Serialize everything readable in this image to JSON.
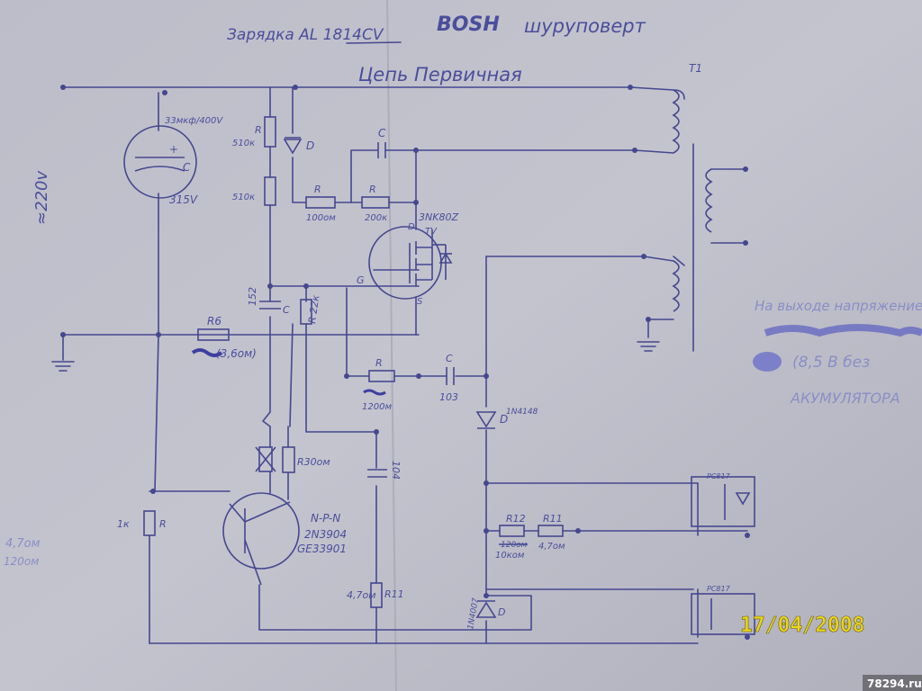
{
  "header": {
    "title_left": "Зарядка AL 1814CV",
    "title_brand": "BOSH",
    "title_right": "шуруповерт",
    "subtitle": "Цепь Первичная"
  },
  "mains": {
    "label": "≈220v"
  },
  "cap_main": {
    "top": "33мкф/400V",
    "letter": "C",
    "bottom": "315V"
  },
  "resistors": {
    "r_top": {
      "letter": "R",
      "value": "510к"
    },
    "r_mid": {
      "value": "510к"
    },
    "r_100": {
      "letter": "R",
      "value": "100ом"
    },
    "r_200": {
      "letter": "R",
      "value": "200к"
    },
    "r6": {
      "letter": "R6",
      "value": "(3,6ом)"
    },
    "r22": {
      "value": "R 22к"
    },
    "r_1200": {
      "letter": "R",
      "value": "1200м"
    },
    "r30": {
      "value": "R30ом"
    },
    "r_1k": {
      "letter": "R",
      "value": "1к"
    },
    "r12": {
      "letter": "R12",
      "value": "120ом",
      "value2": "10ком"
    },
    "r11_top": {
      "letter": "R11",
      "value": "4,7ом"
    },
    "r11_bot": {
      "letter": "R11",
      "value": "4,7ом"
    }
  },
  "diode_top": {
    "letter": "D"
  },
  "cap_top": {
    "letter": "C"
  },
  "cap_152": {
    "value": "152",
    "letter": "C"
  },
  "cap_103": {
    "letter": "C",
    "value": "103"
  },
  "cap_104": {
    "value": "104"
  },
  "mosfet": {
    "part": "3NK80Z",
    "letter_d": "D",
    "letter_g": "G",
    "letter_s": "S",
    "tv": "TV"
  },
  "diode_1n4148": {
    "letter": "D",
    "part": "1N4148"
  },
  "diode_bottom": {
    "letter": "D",
    "part": "1N4007"
  },
  "transistor": {
    "type": "N-P-N",
    "part1": "2N3904",
    "part2": "GE33901"
  },
  "transformer": {
    "label": "T1"
  },
  "optocouplers": {
    "top": "PC817",
    "bottom": "PC817"
  },
  "side_note": {
    "line1": "На выходе напряжение",
    "line2": "(8,5 В без",
    "line3": "АКУМУЛЯТОРА"
  },
  "left_note": {
    "line1": "4,7ом",
    "line2": "120ом"
  },
  "date_stamp": "17/04/2008",
  "watermark": "78294.ru",
  "colors": {
    "ink": "#45478f",
    "paper": "#b9b9c5",
    "stamp": "#e8d71a"
  }
}
